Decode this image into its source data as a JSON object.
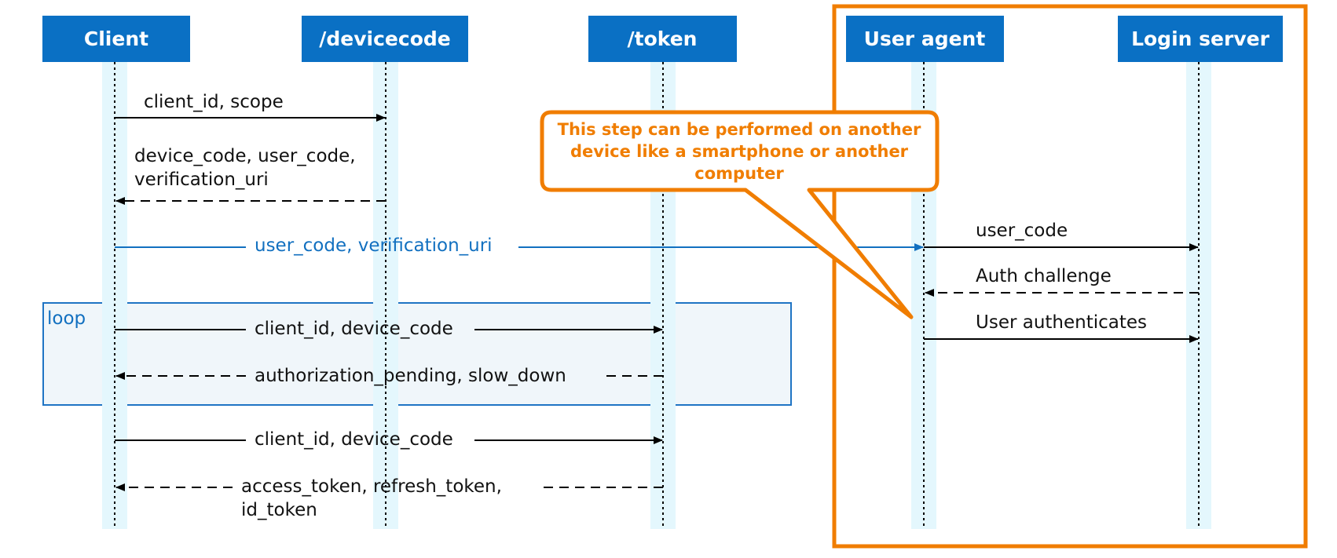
{
  "colors": {
    "participant_fill": "#0a70c4",
    "participant_text": "#ffffff",
    "lifeline_band": "#e4f7fd",
    "message_line": "#000000",
    "highlight_blue": "#1270c0",
    "loop_fill": "#f0f6fa",
    "loop_border": "#1f74c4",
    "callout_orange": "#f07d00"
  },
  "participants": [
    {
      "id": "client",
      "label": "Client"
    },
    {
      "id": "devicecode",
      "label": "/devicecode"
    },
    {
      "id": "token",
      "label": "/token"
    },
    {
      "id": "useragent",
      "label": "User agent"
    },
    {
      "id": "loginserver",
      "label": "Login server"
    }
  ],
  "messages": [
    {
      "from": "client",
      "to": "devicecode",
      "style": "solid",
      "lines": [
        "client_id, scope"
      ]
    },
    {
      "from": "devicecode",
      "to": "client",
      "style": "dashed",
      "lines": [
        "device_code, user_code,",
        "verification_uri"
      ]
    },
    {
      "from": "client",
      "to": "useragent",
      "style": "solid",
      "color": "blue",
      "lines": [
        "user_code, verification_uri"
      ]
    },
    {
      "from": "useragent",
      "to": "loginserver",
      "style": "solid",
      "lines": [
        "user_code"
      ]
    },
    {
      "from": "loginserver",
      "to": "useragent",
      "style": "dashed",
      "lines": [
        "Auth challenge"
      ]
    },
    {
      "from": "useragent",
      "to": "loginserver",
      "style": "solid",
      "lines": [
        "User authenticates"
      ]
    },
    {
      "from": "client",
      "to": "token",
      "style": "solid",
      "lines": [
        "client_id, device_code"
      ]
    },
    {
      "from": "token",
      "to": "client",
      "style": "dashed",
      "lines": [
        "authorization_pending, slow_down"
      ]
    },
    {
      "from": "client",
      "to": "token",
      "style": "solid",
      "lines": [
        "client_id, device_code"
      ]
    },
    {
      "from": "token",
      "to": "client",
      "style": "dashed",
      "lines": [
        "access_token, refresh_token,",
        "id_token"
      ]
    }
  ],
  "loop": {
    "label": "loop"
  },
  "callout": {
    "lines": [
      "This step can be performed on another",
      "device like a smartphone or another",
      "computer"
    ]
  }
}
